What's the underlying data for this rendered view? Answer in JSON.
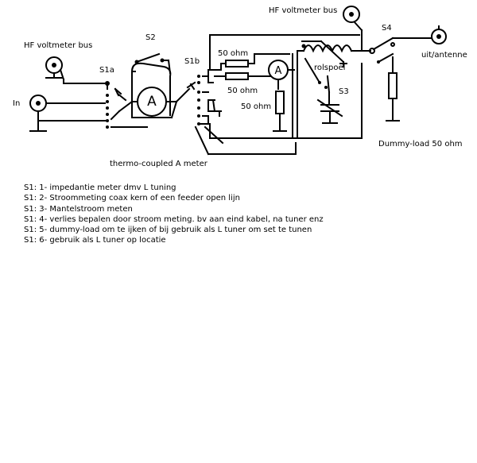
{
  "labels": {
    "hf_bus_left": "HF voltmeter bus",
    "hf_bus_top": "HF voltmeter bus",
    "input": "In",
    "s1a": "S1a",
    "s1b": "S1b",
    "s2": "S2",
    "s3": "S3",
    "s4": "S4",
    "ammeter_main": "A",
    "ammeter_small": "A",
    "r1": "50 ohm",
    "r2": "50 ohm",
    "r3": "50 ohm",
    "coil": "rolspoel",
    "output": "uit/antenne",
    "dummy_load": "Dummy-load 50 ohm",
    "thermo_meter": "thermo-coupled A meter"
  },
  "notes": [
    "S1: 1- impedantie meter dmv L tuning",
    "S1: 2- Stroommeting coax kern of een feeder open lijn",
    "S1: 3- Mantelstroom meten",
    "S1: 4- verlies bepalen door stroom meting. bv aan eind kabel, na tuner enz",
    "S1: 5- dummy-load om te ijken of bij gebruik als L tuner om set te tunen",
    "S1: 6- gebruik als L tuner op locatie"
  ]
}
